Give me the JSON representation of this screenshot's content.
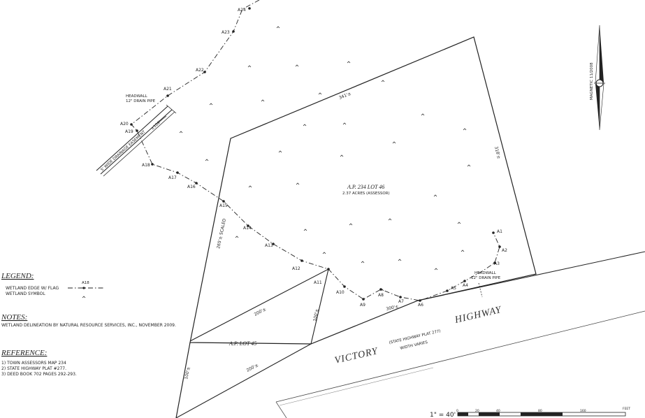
{
  "lot46": {
    "title": "A.P. 234 LOT 46",
    "area": "2.37 ACRES (ASSESSOR)",
    "dim_north": "341'±",
    "dim_east": "318'±",
    "dim_west": "265'± SCALED",
    "dim_south": "300'±"
  },
  "lot45": {
    "title": "A.P.        LOT 45",
    "dim_top": "200'±",
    "dim_right": "100'±",
    "dim_bottom": "200'±",
    "dim_left": "100'±"
  },
  "flags": [
    "A1",
    "A2",
    "A3",
    "A4",
    "A5",
    "A6",
    "A7",
    "A8",
    "A9",
    "A10",
    "A11",
    "A12",
    "A13",
    "A14",
    "A15",
    "A16",
    "A17",
    "A18",
    "A19",
    "A20",
    "A21",
    "A22",
    "A23",
    "A24"
  ],
  "headwall_nw": {
    "line1": "HEADWALL",
    "line2": "12\" DRAIN PIPE"
  },
  "headwall_se": {
    "line1": "HEADWALL",
    "line2": "12\" DRAIN PIPE"
  },
  "easement": {
    "label": "5' WIDE DRAINAGE EASEMENT",
    "width": "±100'"
  },
  "road": {
    "name_left": "VICTORY",
    "name_right": "HIGHWAY",
    "plat_line1": "(STATE HIGHWAY PLAT 277)",
    "plat_line2": "WIDTH VARIES"
  },
  "north_arrow": {
    "label": "MAGNETIC 11/2008"
  },
  "scale": {
    "label": "1\" = 40'",
    "ticks": [
      "0",
      "20",
      "40",
      "80",
      "160"
    ],
    "unit": "FEET"
  },
  "legend": {
    "heading": "LEGEND:",
    "edge_label": "WETLAND EDGE W/ FLAG",
    "symbol_label": "WETLAND SYMBOL",
    "sample_flag": "A18"
  },
  "notes": {
    "heading": "NOTES:",
    "line1": "WETLAND DELINEATION BY NATURAL RESOURCE SERVICES, INC., NOVEMBER 2009."
  },
  "reference": {
    "heading": "REFERENCE:",
    "items": [
      "1) TOWN ASSESSORS MAP 234",
      "2) STATE HIGHWAY PLAT #277.",
      "3) DEED BOOK 702 PAGES 292-293."
    ]
  }
}
